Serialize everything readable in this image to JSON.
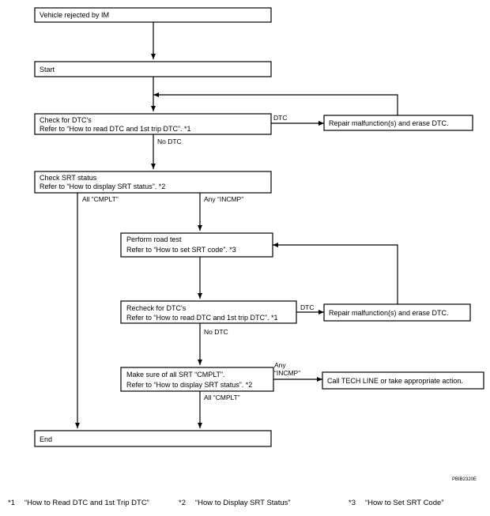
{
  "nodes": {
    "rejected": {
      "lines": [
        "Vehicle rejected by IM"
      ]
    },
    "start": {
      "lines": [
        "Start"
      ]
    },
    "check_dtc": {
      "lines": [
        "Check for DTC's",
        "Refer to “How to read DTC and 1st trip DTC”. *1"
      ]
    },
    "repair1": {
      "lines": [
        "Repair malfunction(s) and erase DTC."
      ]
    },
    "check_srt": {
      "lines": [
        "Check SRT status",
        "Refer to “How to display SRT status”. *2"
      ]
    },
    "road_test": {
      "lines": [
        "Perform road test",
        "Refer to “How to set SRT code”. *3"
      ]
    },
    "recheck_dtc": {
      "lines": [
        "Recheck for DTC's",
        "Refer to “How to read DTC and 1st trip DTC”. *1"
      ]
    },
    "repair2": {
      "lines": [
        "Repair malfunction(s) and erase DTC."
      ]
    },
    "make_sure": {
      "lines": [
        "Make sure of all SRT “CMPLT”.",
        "Refer to “How to display SRT status”. *2"
      ]
    },
    "tech_line": {
      "lines": [
        "Call TECH LINE or take appropriate action."
      ]
    },
    "end": {
      "lines": [
        "End"
      ]
    }
  },
  "edge_labels": {
    "dtc1": "DTC",
    "no_dtc1": "No DTC",
    "all_cmplt1": "All “CMPLT”",
    "any_incmp1": "Any “INCMP”",
    "dtc2": "DTC",
    "no_dtc2": "No DTC",
    "any_incmp2_line1": "Any",
    "any_incmp2_line2": "“INCMP”",
    "all_cmplt2": "All “CMPLT”"
  },
  "figure_code": "PBIB2320E",
  "footnotes": [
    {
      "marker": "*1",
      "text": "“How to Read DTC and 1st Trip DTC”"
    },
    {
      "marker": "*2",
      "text": "“How to Display SRT Status”"
    },
    {
      "marker": "*3",
      "text": "“How to Set SRT Code”"
    }
  ]
}
